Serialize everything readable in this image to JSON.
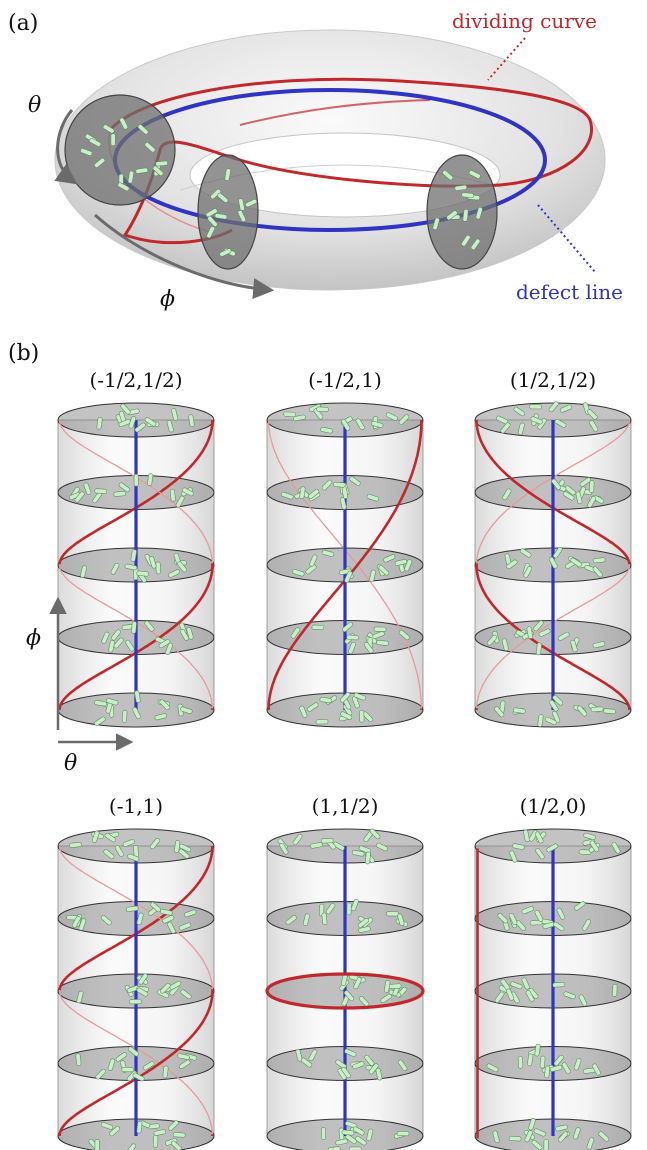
{
  "panel_a": {
    "label": "(a)",
    "dividing_curve_label": "dividing curve",
    "defect_line_label": "defect line",
    "theta_symbol": "θ",
    "phi_symbol": "ϕ"
  },
  "panel_b": {
    "label": "(b)",
    "theta_symbol": "θ",
    "phi_symbol": "ϕ",
    "cylinders": [
      {
        "title": "(-1/2,1/2)",
        "p": -0.5,
        "q": 0.5
      },
      {
        "title": "(-1/2,1)",
        "p": -0.5,
        "q": 1
      },
      {
        "title": "(1/2,1/2)",
        "p": 0.5,
        "q": 0.5
      },
      {
        "title": "(-1,1)",
        "p": -1,
        "q": 1
      },
      {
        "title": "(1,1/2)",
        "p": 1,
        "q": 0.5
      },
      {
        "title": "(1/2,0)",
        "p": 0.5,
        "q": 0
      }
    ]
  },
  "colors": {
    "dividing_curve": "#c0282b",
    "defect_line": "#2f34c2",
    "disk_fill": "#7a7a7a",
    "rod": "#c8efc8",
    "tube": "#d6d6d6"
  }
}
